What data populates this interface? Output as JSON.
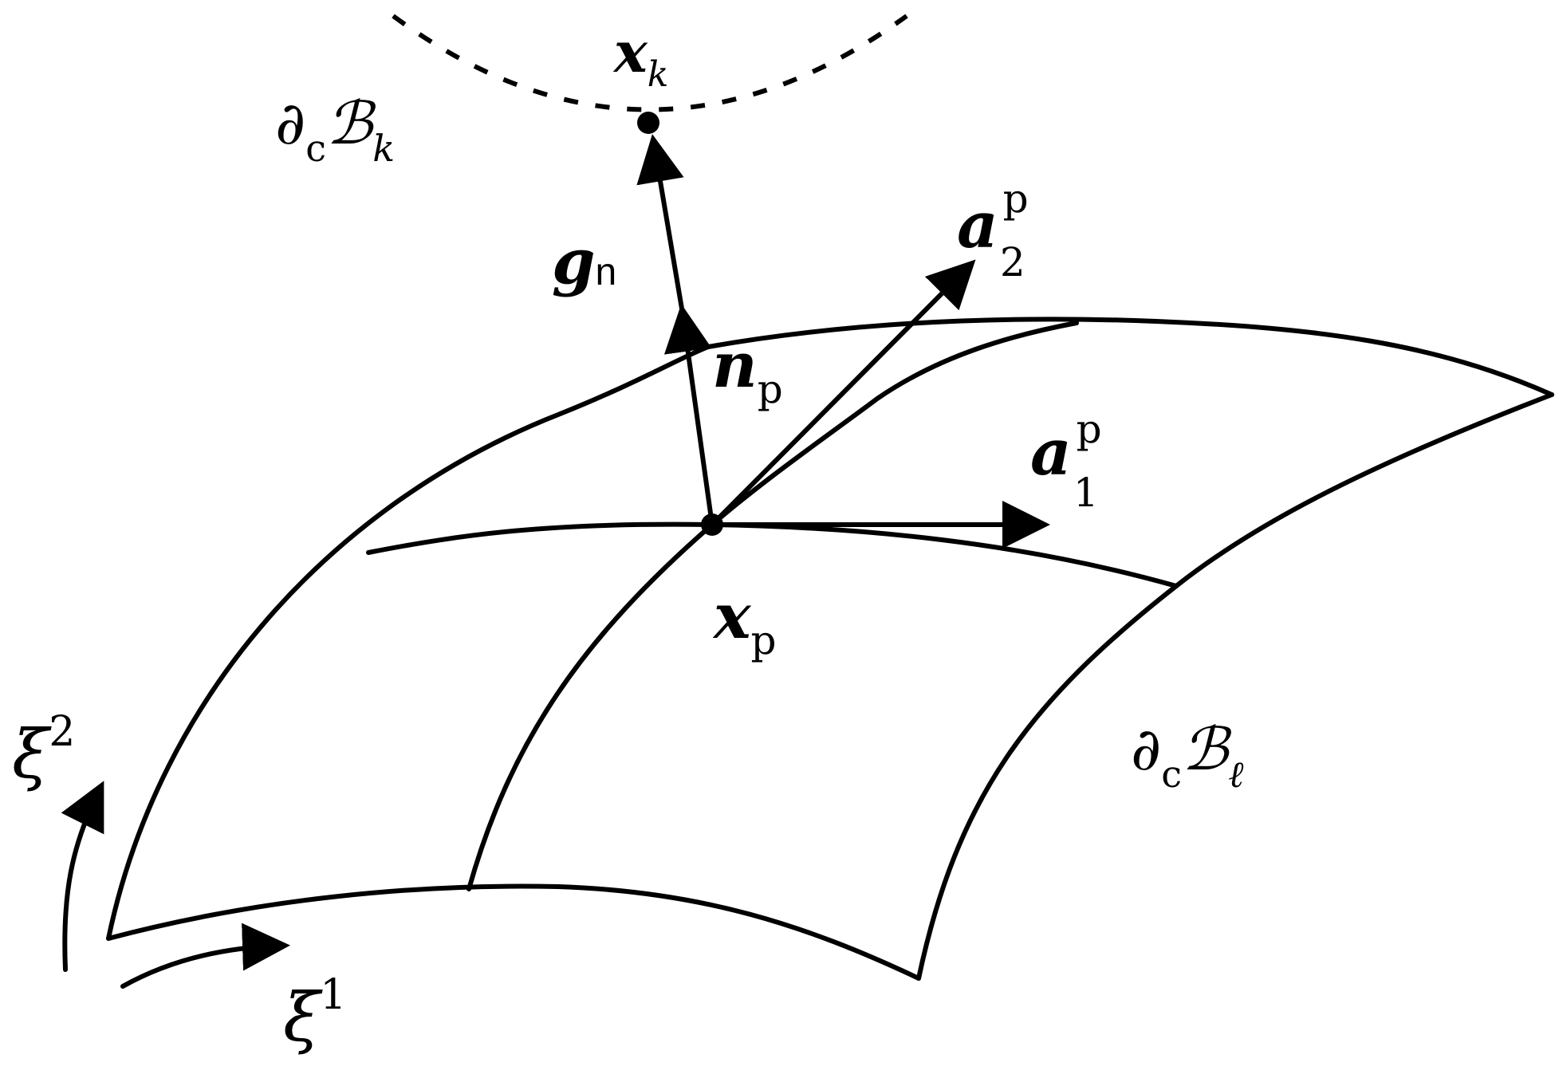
{
  "labels": {
    "boundary_k": {
      "symbol": "∂",
      "sub": "c",
      "main": "ℬ",
      "main_sub": "k"
    },
    "point_k": {
      "main": "x",
      "sub": "k"
    },
    "gap_normal": {
      "main": "g",
      "sub": "n"
    },
    "tangent_2": {
      "main": "a",
      "sub": "2",
      "sup": "p"
    },
    "normal_p": {
      "main": "n",
      "sub": "p"
    },
    "tangent_1": {
      "main": "a",
      "sub": "1",
      "sup": "p"
    },
    "point_p": {
      "main": "x",
      "sub": "p"
    },
    "boundary_l": {
      "symbol": "∂",
      "sub": "c",
      "main": "ℬ",
      "main_sub": "ℓ"
    },
    "coord_2": {
      "main": "ξ",
      "sup": "2"
    },
    "coord_1": {
      "main": "ξ",
      "sup": "1"
    }
  }
}
